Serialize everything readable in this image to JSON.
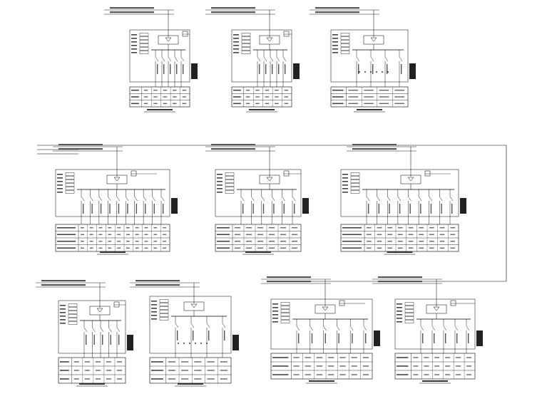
{
  "drawing": {
    "line_color": "#000000",
    "background": "#ffffff"
  },
  "panels": [
    {
      "id": "p1",
      "caption": "",
      "rows": 3,
      "cols": 5,
      "outgoing": 5,
      "meter": true,
      "sections": [
        "",
        "",
        "",
        ""
      ]
    },
    {
      "id": "p2",
      "caption": "",
      "rows": 3,
      "cols": 5,
      "outgoing": 5,
      "meter": true,
      "sections": [
        "",
        "",
        "",
        ""
      ]
    },
    {
      "id": "p3",
      "caption": "",
      "rows": 3,
      "cols": 4,
      "outgoing": 4,
      "meter": false,
      "sections": [
        "",
        "",
        "",
        ""
      ]
    },
    {
      "id": "p4",
      "caption": "",
      "rows": 4,
      "cols": 10,
      "outgoing": 10,
      "meter": true,
      "sections": [
        "",
        "",
        "",
        "",
        "",
        ""
      ]
    },
    {
      "id": "p5",
      "caption": "",
      "rows": 4,
      "cols": 6,
      "outgoing": 6,
      "meter": true,
      "sections": [
        "",
        "",
        "",
        "",
        "",
        ""
      ]
    },
    {
      "id": "p6",
      "caption": "",
      "rows": 4,
      "cols": 9,
      "outgoing": 9,
      "meter": true,
      "sections": [
        "",
        "",
        "",
        "",
        "",
        ""
      ]
    },
    {
      "id": "p7",
      "caption": "",
      "rows": 3,
      "cols": 5,
      "outgoing": 5,
      "meter": true,
      "sections": [
        "",
        "",
        "",
        ""
      ]
    },
    {
      "id": "p8",
      "caption": "",
      "rows": 3,
      "cols": 5,
      "outgoing": 4,
      "meter": false,
      "sections": [
        "",
        "",
        "",
        ""
      ]
    },
    {
      "id": "p9",
      "caption": "",
      "rows": 3,
      "cols": 7,
      "outgoing": 6,
      "meter": true,
      "sections": [
        "",
        "",
        "",
        ""
      ]
    },
    {
      "id": "p10",
      "caption": "",
      "rows": 3,
      "cols": 6,
      "outgoing": 5,
      "meter": true,
      "sections": [
        "",
        "",
        "",
        ""
      ]
    }
  ]
}
